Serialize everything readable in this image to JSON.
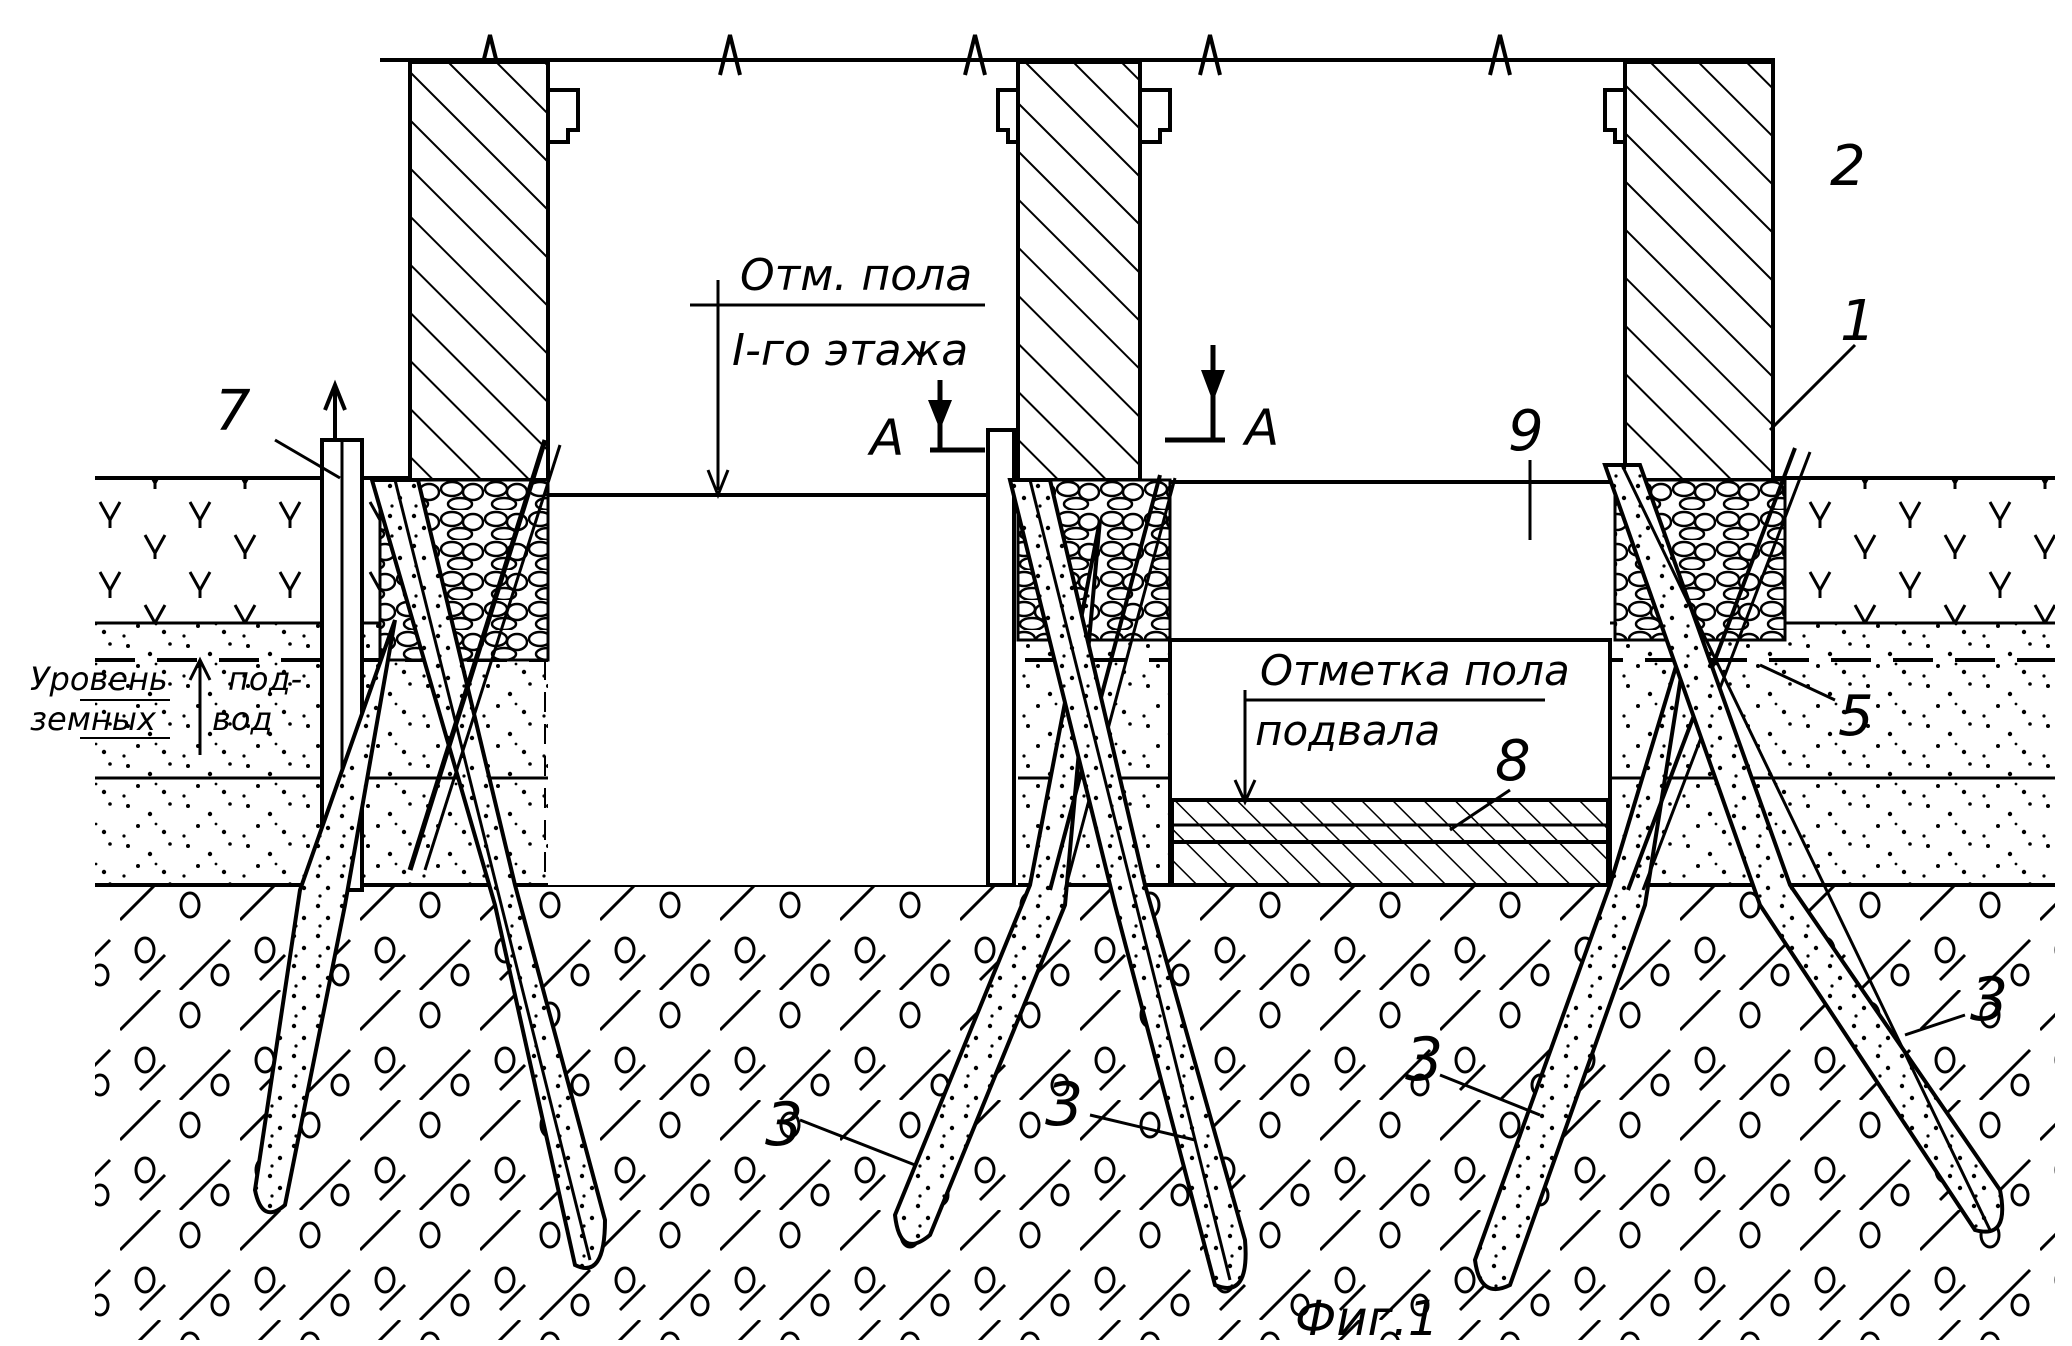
{
  "labels": {
    "floor1_line1": "Отм. пола",
    "floor1_line2": "I-го этажа",
    "section_left": "A",
    "section_right": "A",
    "groundwater_line1": "Уровень",
    "groundwater_line2": "земных",
    "groundwater_pod": "под-",
    "groundwater_vod": "вод",
    "basement_line1": "Отметка пола",
    "basement_line2": "подвала",
    "figure_caption": "Фиг.1"
  },
  "callouts": {
    "n1": "1",
    "n2": "2",
    "n3a": "3",
    "n3b": "3",
    "n3c": "3",
    "n3d": "3",
    "n5": "5",
    "n7": "7",
    "n8": "8",
    "n9": "9"
  }
}
